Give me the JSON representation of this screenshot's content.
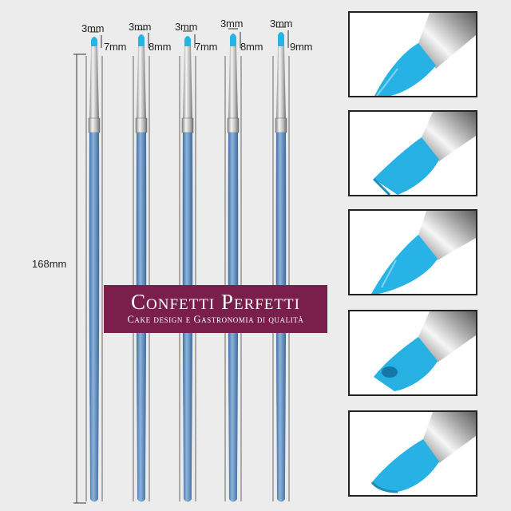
{
  "brushes": [
    {
      "width_label": "3mm",
      "height_label": "7mm"
    },
    {
      "width_label": "3mm",
      "height_label": "8mm"
    },
    {
      "width_label": "3mm",
      "height_label": "7mm"
    },
    {
      "width_label": "3mm",
      "height_label": "8mm"
    },
    {
      "width_label": "3mm",
      "height_label": "9mm"
    }
  ],
  "length_label": "168mm",
  "banner": {
    "title": "Confetti Perfetti",
    "subtitle": "Cake design e Gastronomia di qualità"
  },
  "colors": {
    "handle": "#5f8fc4",
    "tip": "#25b4e6",
    "metal": "#c9c9c9",
    "banner": "#7a1f4c"
  }
}
